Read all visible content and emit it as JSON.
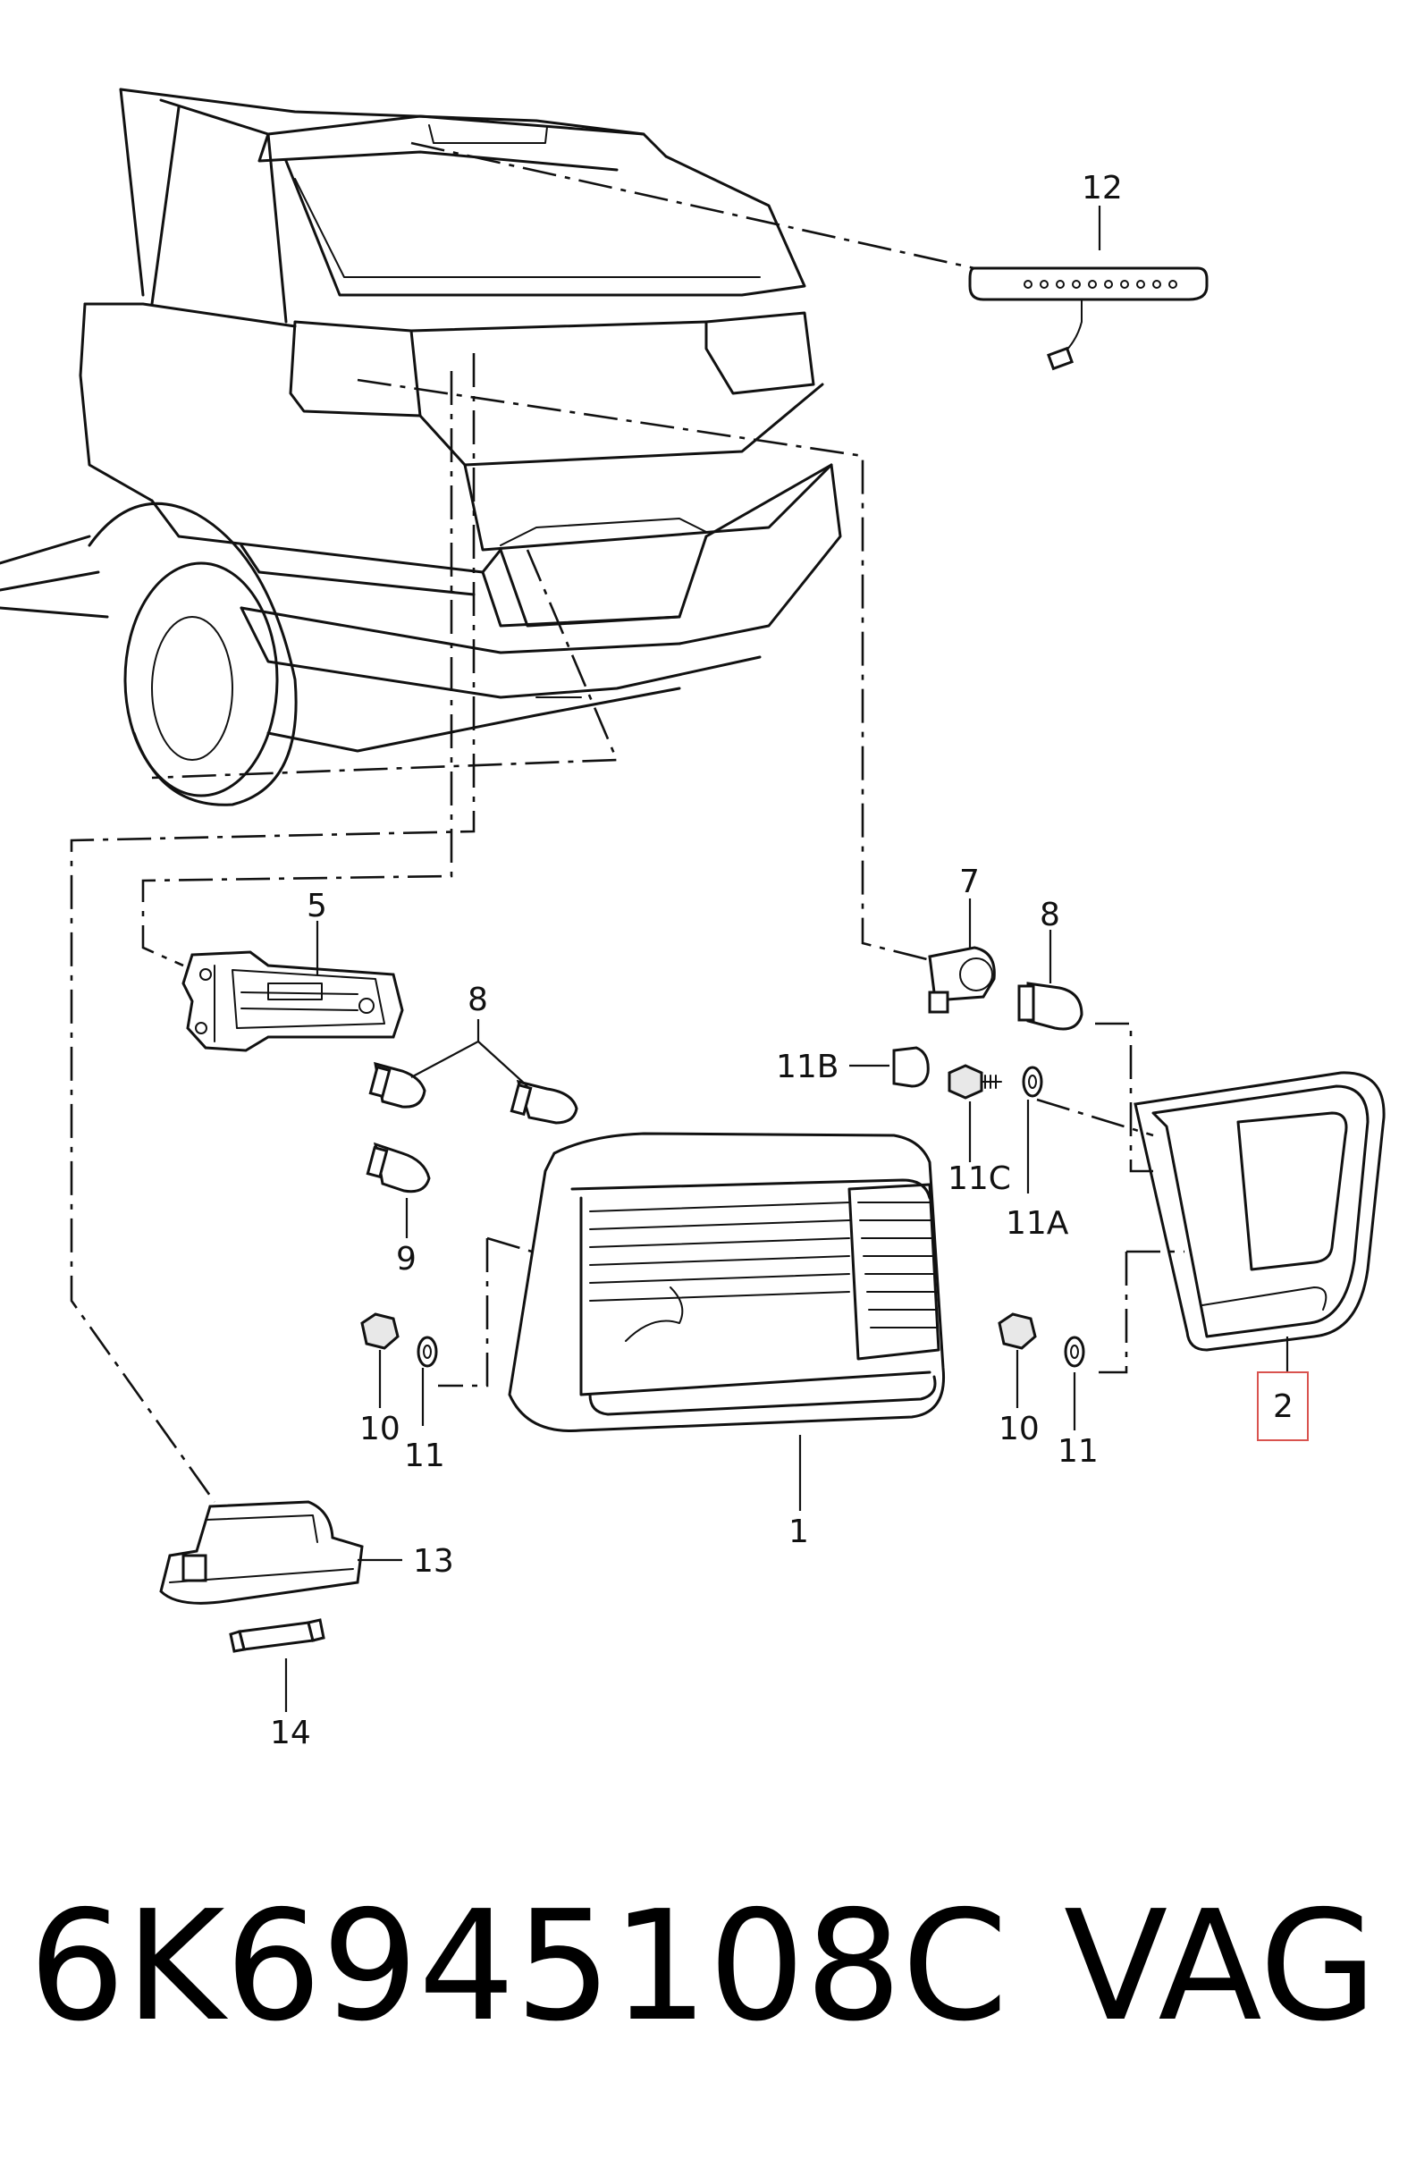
{
  "callouts": {
    "c1": "1",
    "c2": "2",
    "c5": "5",
    "c7": "7",
    "c8a": "8",
    "c8b": "8",
    "c9": "9",
    "c10a": "10",
    "c10b": "10",
    "c11a": "11",
    "c11b": "11",
    "c11A": "11A",
    "c11B": "11B",
    "c11C": "11C",
    "c12": "12",
    "c13": "13",
    "c14": "14"
  },
  "footer": {
    "part_number": "6K6945108C",
    "brand": "VAG"
  },
  "colors": {
    "line": "#111111",
    "highlight": "#d9534f",
    "background": "#ffffff"
  }
}
